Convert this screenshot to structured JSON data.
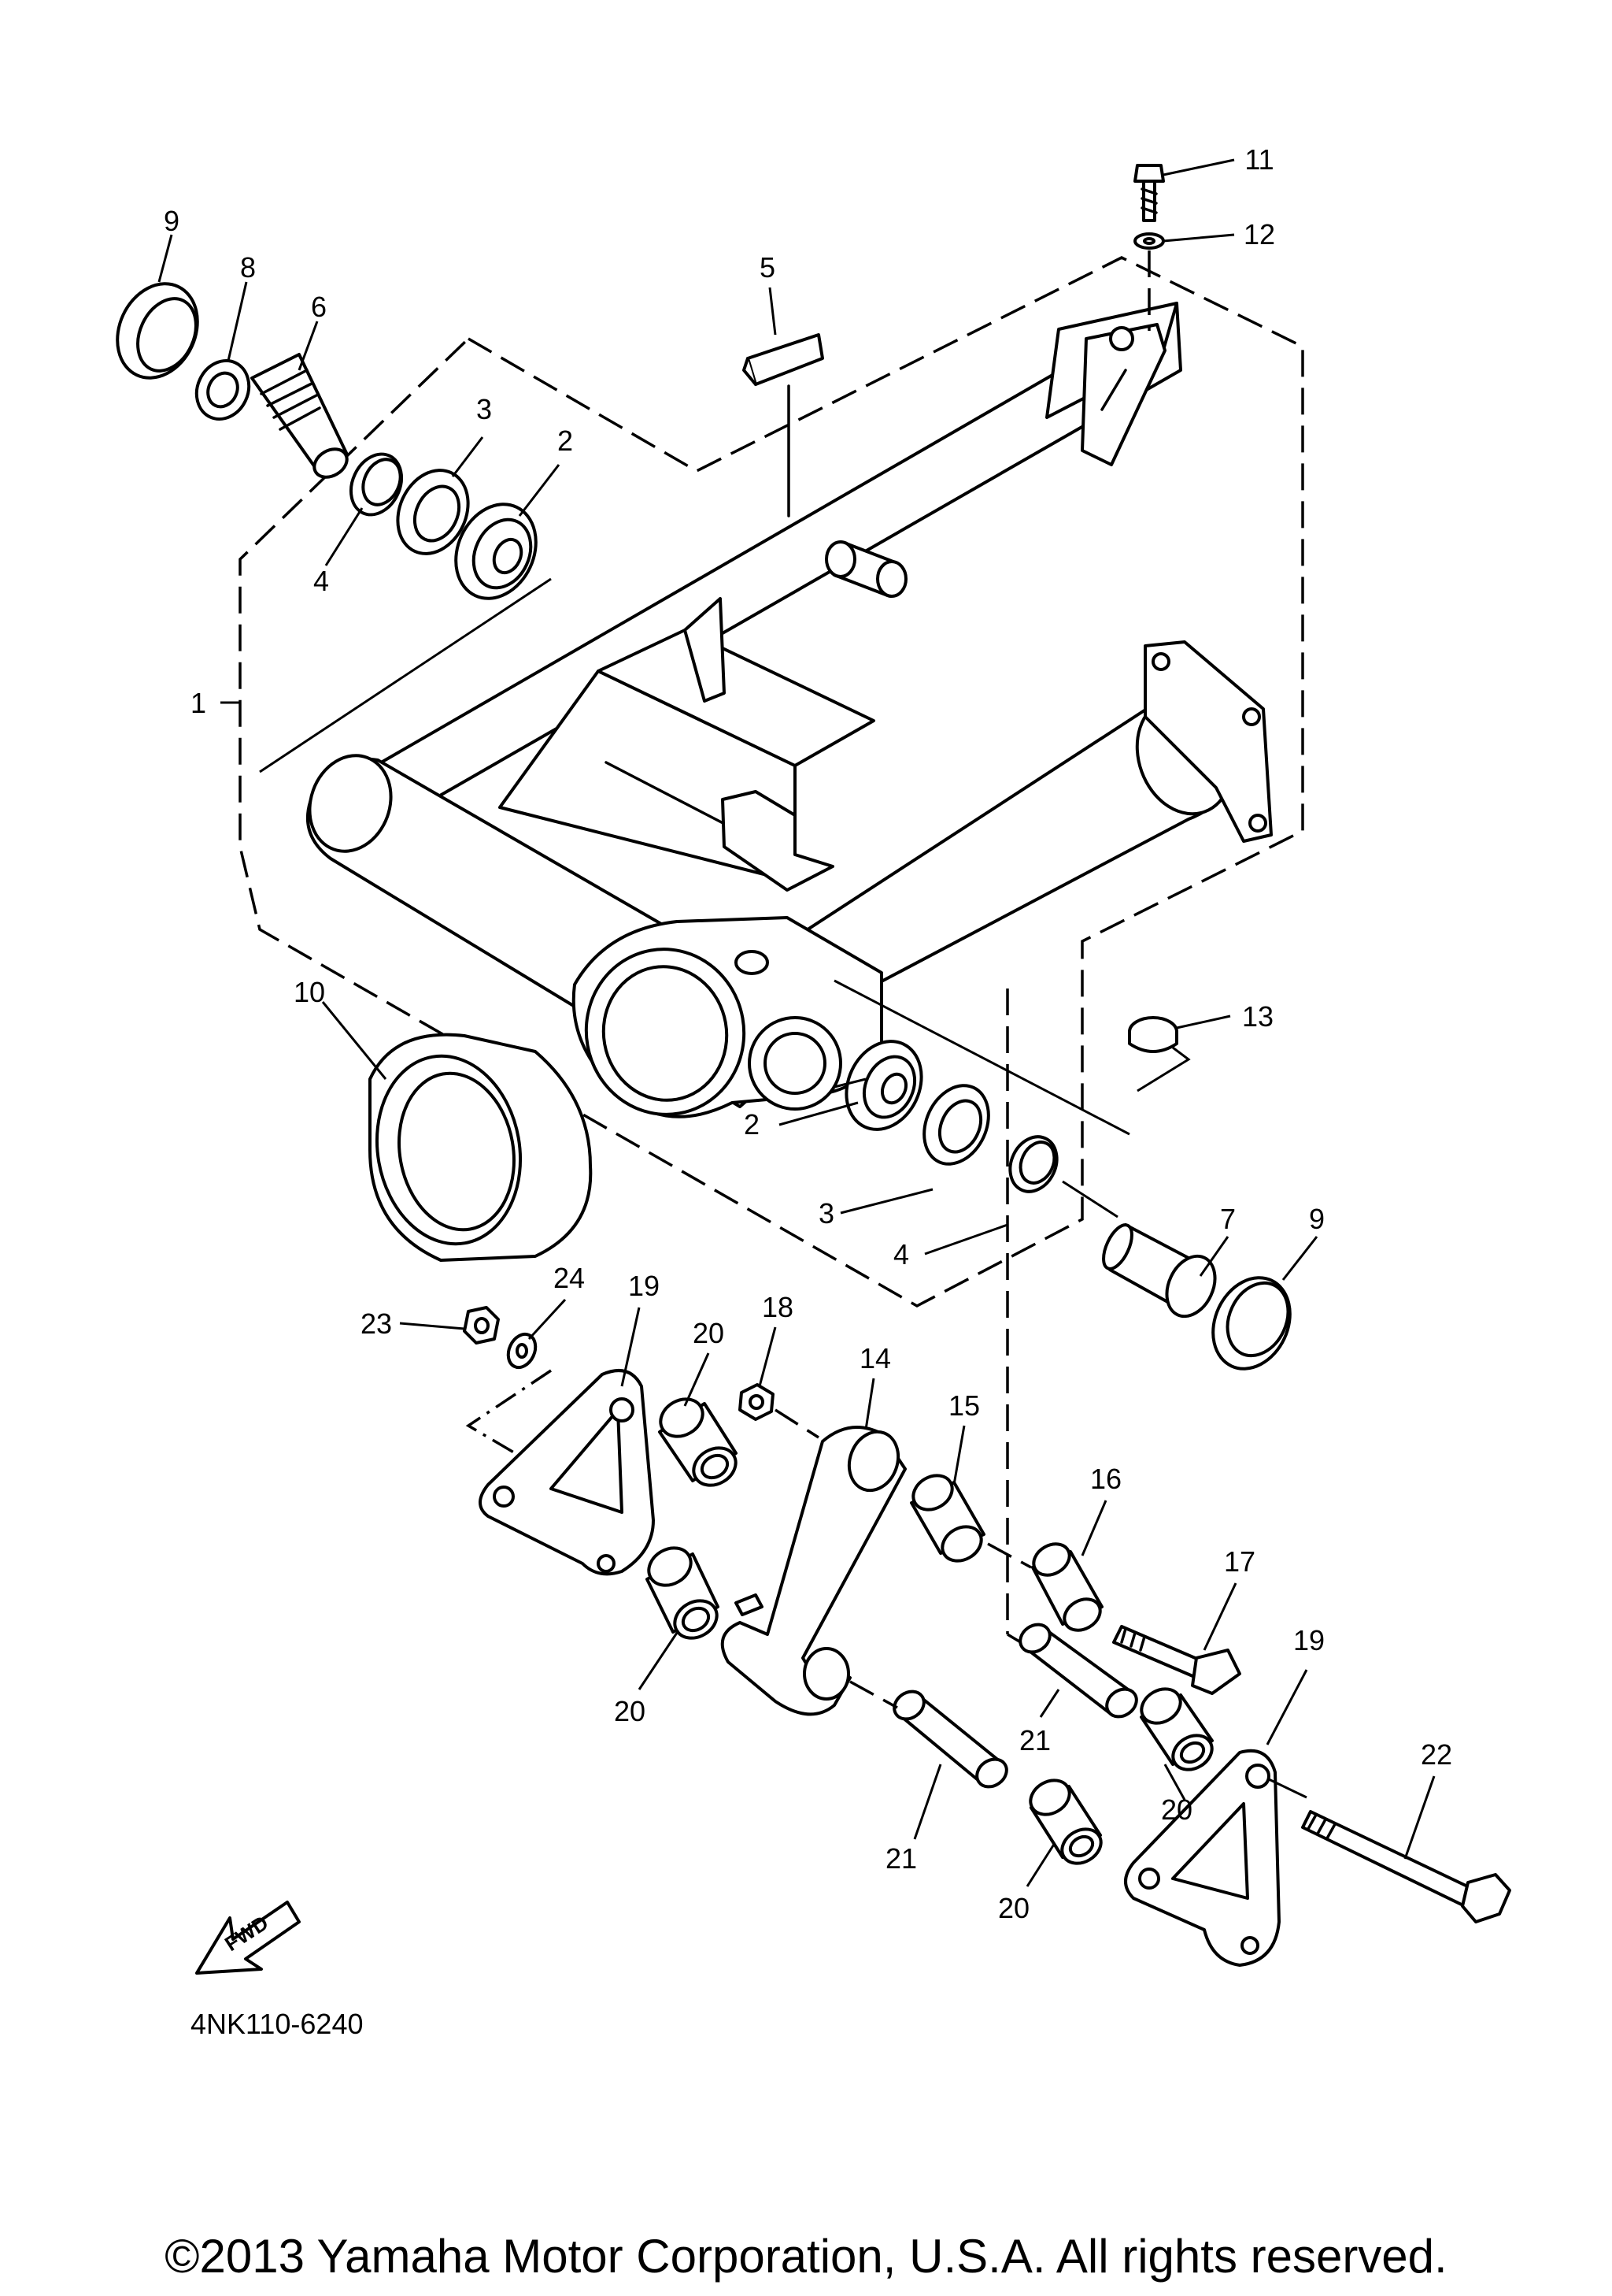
{
  "diagram_code": "4NK110-6240",
  "fwd_label": "FWD",
  "copyright": "©2013 Yamaha Motor Corporation, U.S.A. All rights reserved.",
  "callouts": {
    "c1": "1",
    "c2a": "2",
    "c2b": "2",
    "c3a": "3",
    "c3b": "3",
    "c4a": "4",
    "c4b": "4",
    "c5": "5",
    "c6": "6",
    "c7": "7",
    "c8": "8",
    "c9a": "9",
    "c9b": "9",
    "c10": "10",
    "c11": "11",
    "c12": "12",
    "c13": "13",
    "c14": "14",
    "c15": "15",
    "c16": "16",
    "c17": "17",
    "c18": "18",
    "c19a": "19",
    "c19b": "19",
    "c20a": "20",
    "c20b": "20",
    "c20c": "20",
    "c20d": "20",
    "c21a": "21",
    "c21b": "21",
    "c22": "22",
    "c23": "23",
    "c24": "24"
  }
}
